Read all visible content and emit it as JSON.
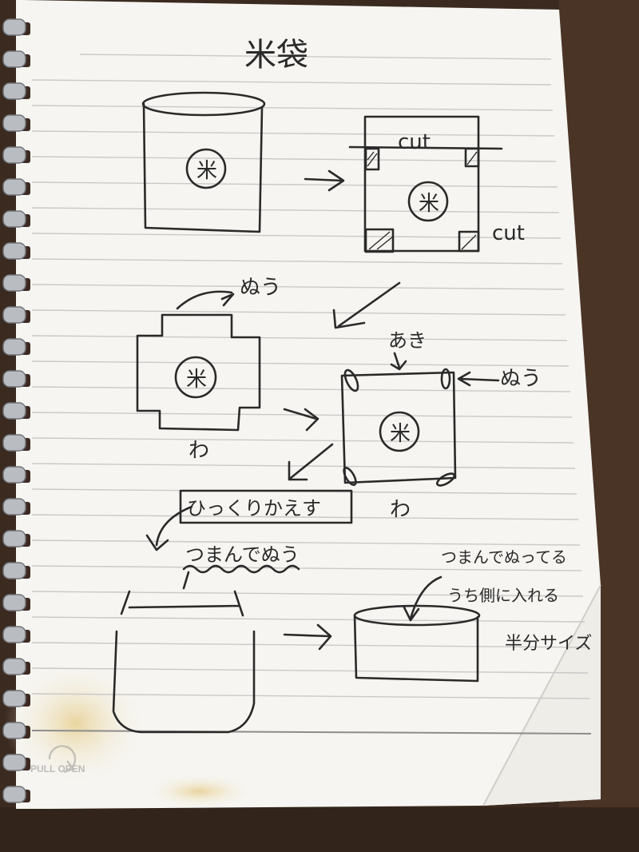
{
  "note": {
    "title": "米袋",
    "steps": {
      "cut_top": "cut",
      "cut_bottom": "cut",
      "rice_mark": "米",
      "sew_1": "ぬう",
      "sew_2": "ぬう",
      "gusset": "あき",
      "fold_1": "わ",
      "fold_2": "わ",
      "turn_over": "ひっくりかえす",
      "pinch_sew": "つまんでぬう",
      "pinch_sew_inside_1": "つまんでぬってる",
      "pinch_sew_inside_2": "うち側に入れる",
      "size": "半分サイズ"
    }
  },
  "imprint": {
    "pull_open": "PULL OPEN"
  },
  "colors": {
    "table": "#3b2a20",
    "paper": "#f6f5f1",
    "rule_line": "#c9c9c9",
    "ink": "#2a2a2a",
    "stain": "#d9b770"
  }
}
